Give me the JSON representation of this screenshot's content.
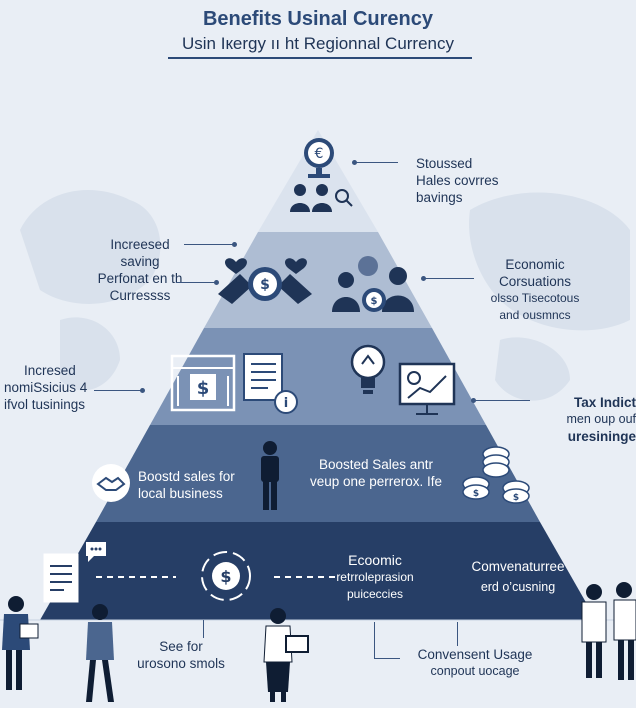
{
  "header": {
    "title": "Benefits Usinal Curency",
    "subtitle": "Usin Ікergy ıı ht Regionnal Currency"
  },
  "pyramid": {
    "apex_icons": [
      "euro-coin-icon",
      "people-icon",
      "magnifier-coin-icon"
    ],
    "apex_label": [
      "Stoussed",
      "Hales covrres",
      "bavings"
    ],
    "tier1": {
      "left_label": [
        "Increesed",
        "saving",
        "Perfonat en th",
        "Curressss"
      ],
      "right_label": [
        "Economic",
        "Corsuations",
        "olsso Tisecotous",
        "and ousmncs"
      ]
    },
    "tier2": {
      "left_label": [
        "Incresed",
        "nomiSsicius 4",
        "ifvol tusinings"
      ],
      "right_label": [
        "Tax Indict",
        "men oup ouf",
        "uresininge"
      ]
    },
    "tier3": {
      "left_label": [
        "Boostd sales for",
        "local business"
      ],
      "center_label": [
        "Boosted Sales antr",
        "veup one perrerox. Ife"
      ]
    },
    "tier4": {
      "center_label": [
        "Ecoomic",
        "retrroleprasion",
        "puiceccies"
      ],
      "right_label": [
        "Comvenaturree",
        "erd o’cusning"
      ]
    },
    "bottom": {
      "left_label": [
        "See for",
        "urosono smols"
      ],
      "center_label": [
        "Convensent Usage",
        "conpout uocage"
      ]
    }
  },
  "colors": {
    "background": "#e9eef5",
    "apex": "#dbe3ee",
    "tier1": "#aebdd3",
    "tier2": "#7b92b5",
    "tier3": "#4b668f",
    "tier4": "#263e66",
    "accent": "#2c4a78"
  }
}
